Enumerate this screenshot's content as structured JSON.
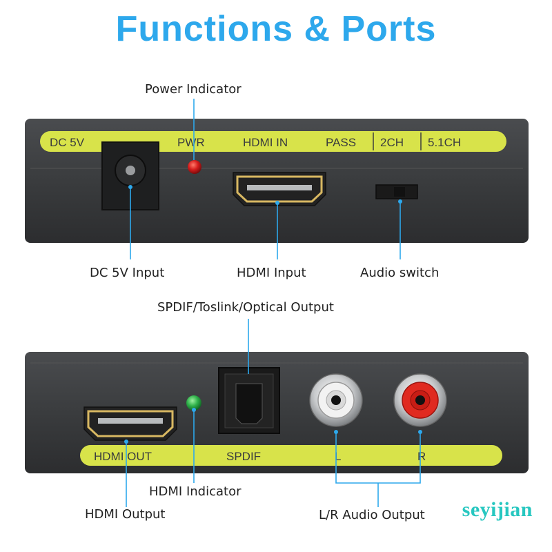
{
  "title": "Functions & Ports",
  "top_panel": {
    "labels": {
      "dc": "DC 5V",
      "pwr": "PWR",
      "hdmi_in": "HDMI IN",
      "pass": "PASS",
      "ch2": "2CH",
      "ch51": "5.1CH"
    },
    "callouts": {
      "power_indicator": "Power Indicator",
      "dc_input": "DC 5V Input",
      "hdmi_input": "HDMI Input",
      "audio_switch": "Audio switch"
    }
  },
  "bottom_panel": {
    "labels": {
      "hdmi_out": "HDMI OUT",
      "spdif": "SPDIF",
      "l": "L",
      "r": "R"
    },
    "callouts": {
      "spdif_output": "SPDIF/Toslink/Optical Output",
      "hdmi_indicator": "HDMI Indicator",
      "hdmi_output": "HDMI Output",
      "lr_audio_output": "L/R Audio Output"
    }
  },
  "watermark": "seyijian",
  "colors": {
    "title": "#2da8ec",
    "label_band": "#d8e34a",
    "device_body": "#3a3c3e",
    "callout_line": "#2da8ec",
    "power_led": "#d41c1c",
    "hdmi_led": "#2fb14a",
    "rca_right": "#e02a20"
  }
}
